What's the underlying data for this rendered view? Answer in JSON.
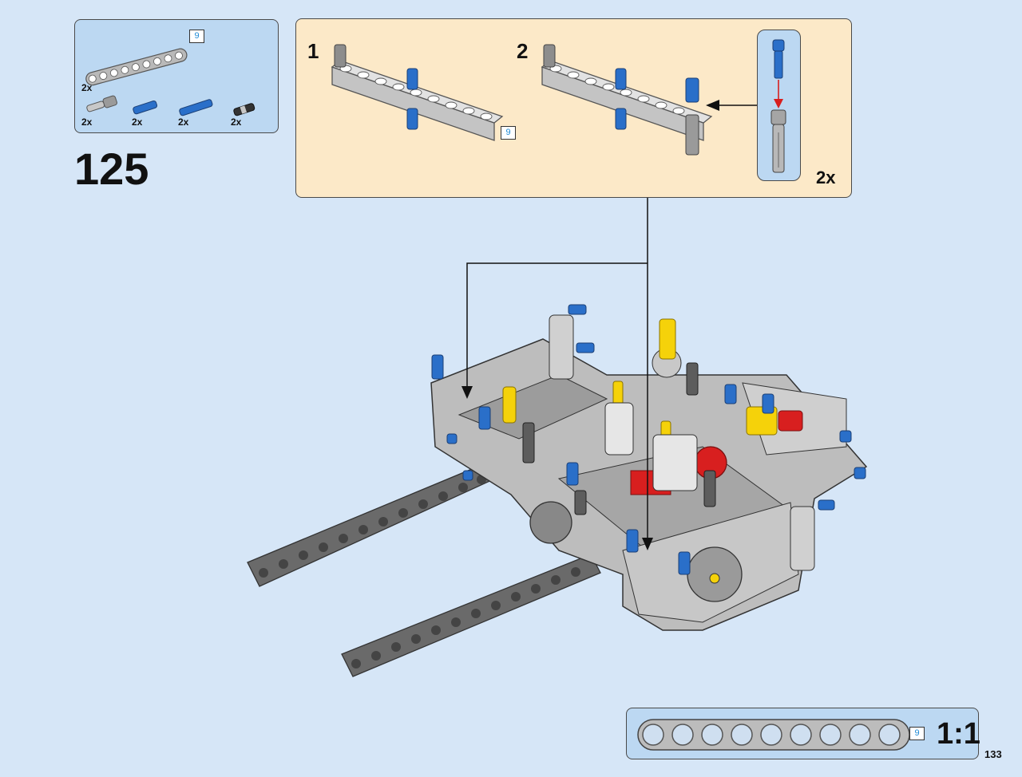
{
  "step": {
    "number": "125"
  },
  "parts_list": {
    "beam": {
      "quantity": "2x",
      "length_badge": "9"
    },
    "items": [
      {
        "name": "axle-pin-gray",
        "quantity": "2x"
      },
      {
        "name": "pin-blue-short",
        "quantity": "2x"
      },
      {
        "name": "pin-blue-long",
        "quantity": "2x"
      },
      {
        "name": "pin-black",
        "quantity": "2x"
      }
    ]
  },
  "subassembly": {
    "substeps": [
      "1",
      "2"
    ],
    "beam_length_badge": "9",
    "inset_quantity": "2x"
  },
  "scale_box": {
    "length_badge": "9",
    "label": "1:1"
  },
  "page": {
    "number": "133"
  },
  "colors": {
    "background": "#d6e6f7",
    "callout_blue": "#bcd8f2",
    "callout_tan": "#fce9c8",
    "lego_gray": "#a9a9a9",
    "lego_dark_gray": "#5d5d5d",
    "lego_blue": "#2a6fc9",
    "lego_yellow": "#f5d20a",
    "lego_red": "#d81f1f",
    "badge_text": "#1f8bd6"
  }
}
